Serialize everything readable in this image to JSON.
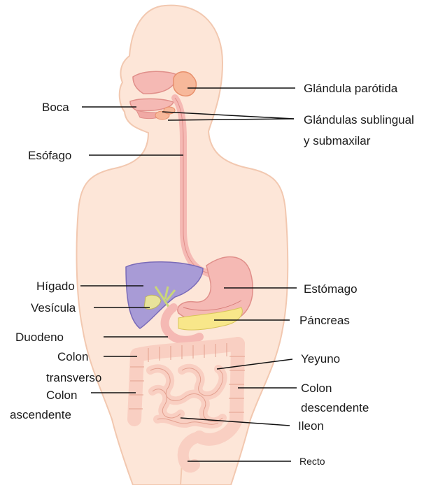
{
  "labels": {
    "boca": "Boca",
    "esofago": "Esófago",
    "higado": "Hígado",
    "vesicula": "Vesícula",
    "duodeno": "Duodeno",
    "colon_transverso_1": "Colon",
    "colon_transverso_2": "transverso",
    "colon_ascendente_1": "Colon",
    "colon_ascendente_2": "ascendente",
    "parotida": "Glándula parótida",
    "sublingual_1": "Glándulas sublingual",
    "sublingual_2": "y submaxilar",
    "estomago": "Estómago",
    "pancreas": "Páncreas",
    "yeyuno": "Yeyuno",
    "colon_descendente_1": "Colon",
    "colon_descendente_2": "descendente",
    "ileon": "Ileon",
    "recto": "Recto"
  },
  "colors": {
    "body": "#fde6d8",
    "body_outline": "#f2c8b0",
    "organ_pink": "#f5b9b4",
    "organ_outline": "#e08f8a",
    "liver": "#a89bd6",
    "liver_outline": "#7a6bb8",
    "gallbladder": "#e8e39a",
    "pancreas": "#f8e78a",
    "intestine": "#f9cfc2",
    "intestine_outline": "#e3a08f",
    "parotid": "#f7b89a"
  }
}
